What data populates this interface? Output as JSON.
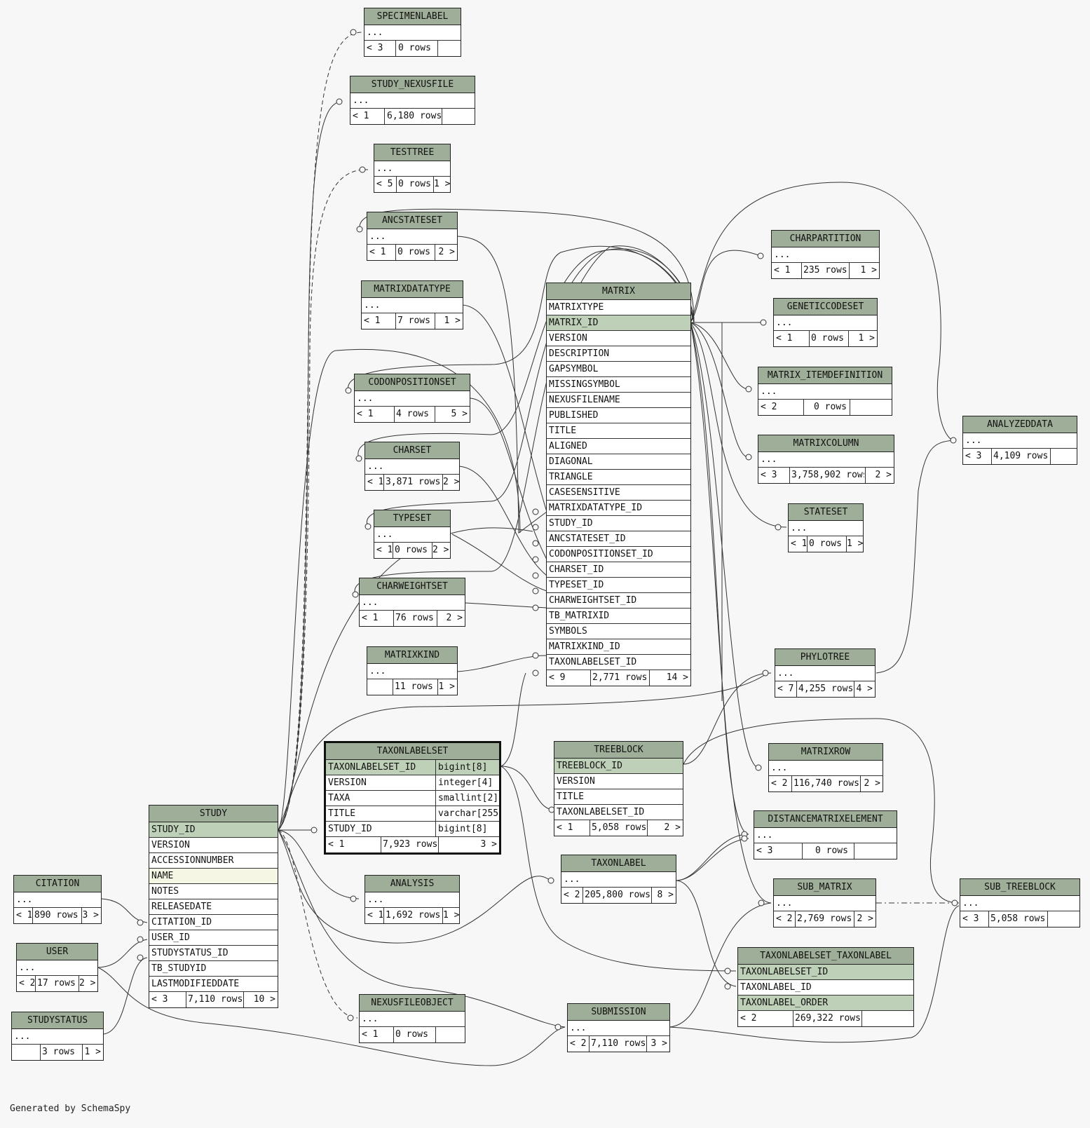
{
  "footer": "Generated by SchemaSpy",
  "tables": {
    "specimenlabel": {
      "name": "SPECIMENLABEL",
      "rows": [
        "..."
      ],
      "foot": [
        "< 3",
        "0 rows",
        ""
      ]
    },
    "study_nexusfile": {
      "name": "STUDY_NEXUSFILE",
      "rows": [
        "..."
      ],
      "foot": [
        "< 1",
        "6,180 rows",
        ""
      ]
    },
    "testtree": {
      "name": "TESTTREE",
      "rows": [
        "..."
      ],
      "foot": [
        "< 5",
        "0 rows",
        "1 >"
      ]
    },
    "ancstateset": {
      "name": "ANCSTATESET",
      "rows": [
        "..."
      ],
      "foot": [
        "< 1",
        "0 rows",
        "2 >"
      ]
    },
    "matrixdatatype": {
      "name": "MATRIXDATATYPE",
      "rows": [
        "..."
      ],
      "foot": [
        "< 1",
        "7 rows",
        "1 >"
      ]
    },
    "codonpositionset": {
      "name": "CODONPOSITIONSET",
      "rows": [
        "..."
      ],
      "foot": [
        "< 1",
        "4 rows",
        "5 >"
      ]
    },
    "charset": {
      "name": "CHARSET",
      "rows": [
        "..."
      ],
      "foot": [
        "< 1",
        "3,871 rows",
        "2 >"
      ]
    },
    "typeset": {
      "name": "TYPESET",
      "rows": [
        "..."
      ],
      "foot": [
        "< 1",
        "0 rows",
        "2 >"
      ]
    },
    "charweightset": {
      "name": "CHARWEIGHTSET",
      "rows": [
        "..."
      ],
      "foot": [
        "< 1",
        "76 rows",
        "2 >"
      ]
    },
    "matrixkind": {
      "name": "MATRIXKIND",
      "rows": [
        "..."
      ],
      "foot": [
        "",
        "11 rows",
        "1 >"
      ]
    },
    "matrix": {
      "name": "MATRIX",
      "rows": [
        "MATRIXTYPE",
        "MATRIX_ID",
        "VERSION",
        "DESCRIPTION",
        "GAPSYMBOL",
        "MISSINGSYMBOL",
        "NEXUSFILENAME",
        "PUBLISHED",
        "TITLE",
        "ALIGNED",
        "DIAGONAL",
        "TRIANGLE",
        "CASESENSITIVE",
        "MATRIXDATATYPE_ID",
        "STUDY_ID",
        "ANCSTATESET_ID",
        "CODONPOSITIONSET_ID",
        "CHARSET_ID",
        "TYPESET_ID",
        "CHARWEIGHTSET_ID",
        "TB_MATRIXID",
        "SYMBOLS",
        "MATRIXKIND_ID",
        "TAXONLABELSET_ID"
      ],
      "foot": [
        "< 9",
        "2,771 rows",
        "14 >"
      ]
    },
    "charpartition": {
      "name": "CHARPARTITION",
      "rows": [
        "..."
      ],
      "foot": [
        "< 1",
        "235 rows",
        "1 >"
      ]
    },
    "geneticcodeset": {
      "name": "GENETICCODESET",
      "rows": [
        "..."
      ],
      "foot": [
        "< 1",
        "0 rows",
        "1 >"
      ]
    },
    "matrix_itemdefinition": {
      "name": "MATRIX_ITEMDEFINITION",
      "rows": [
        "..."
      ],
      "foot": [
        "< 2",
        "0 rows",
        ""
      ]
    },
    "matrixcolumn": {
      "name": "MATRIXCOLUMN",
      "rows": [
        "..."
      ],
      "foot": [
        "< 3",
        "3,758,902 rows",
        "2 >"
      ]
    },
    "analyzeddata": {
      "name": "ANALYZEDDATA",
      "rows": [
        "..."
      ],
      "foot": [
        "< 3",
        "4,109 rows",
        ""
      ]
    },
    "stateset": {
      "name": "STATESET",
      "rows": [
        "..."
      ],
      "foot": [
        "< 1",
        "0 rows",
        "1 >"
      ]
    },
    "phylotree": {
      "name": "PHYLOTREE",
      "rows": [
        "..."
      ],
      "foot": [
        "< 7",
        "4,255 rows",
        "4 >"
      ]
    },
    "taxonlabelset": {
      "name": "TAXONLABELSET",
      "rows": [
        "TAXONLABELSET_ID",
        "VERSION",
        "TAXA",
        "TITLE",
        "STUDY_ID"
      ],
      "types": [
        "bigint[8]",
        "integer[4]",
        "smallint[2]",
        "varchar[255]",
        "bigint[8]"
      ],
      "foot": [
        "< 1",
        "7,923 rows",
        "3 >"
      ]
    },
    "treeblock": {
      "name": "TREEBLOCK",
      "rows": [
        "TREEBLOCK_ID",
        "VERSION",
        "TITLE",
        "TAXONLABELSET_ID"
      ],
      "foot": [
        "< 1",
        "5,058 rows",
        "2 >"
      ]
    },
    "matrixrow": {
      "name": "MATRIXROW",
      "rows": [
        "..."
      ],
      "foot": [
        "< 2",
        "116,740 rows",
        "2 >"
      ]
    },
    "distancematrixelement": {
      "name": "DISTANCEMATRIXELEMENT",
      "rows": [
        "..."
      ],
      "foot": [
        "< 3",
        "0 rows",
        ""
      ]
    },
    "study": {
      "name": "STUDY",
      "rows": [
        "STUDY_ID",
        "VERSION",
        "ACCESSIONNUMBER",
        "NAME",
        "NOTES",
        "RELEASEDATE",
        "CITATION_ID",
        "USER_ID",
        "STUDYSTATUS_ID",
        "TB_STUDYID",
        "LASTMODIFIEDDATE"
      ],
      "foot": [
        "< 3",
        "7,110 rows",
        "10 >"
      ]
    },
    "citation": {
      "name": "CITATION",
      "rows": [
        "..."
      ],
      "foot": [
        "< 1",
        "890 rows",
        "3 >"
      ]
    },
    "user": {
      "name": "USER",
      "rows": [
        "..."
      ],
      "foot": [
        "< 2",
        "17 rows",
        "2 >"
      ]
    },
    "studystatus": {
      "name": "STUDYSTATUS",
      "rows": [
        "..."
      ],
      "foot": [
        "",
        "3 rows",
        "1 >"
      ]
    },
    "analysis": {
      "name": "ANALYSIS",
      "rows": [
        "..."
      ],
      "foot": [
        "< 1",
        "1,692 rows",
        "1 >"
      ]
    },
    "taxonlabel": {
      "name": "TAXONLABEL",
      "rows": [
        "..."
      ],
      "foot": [
        "< 2",
        "205,800 rows",
        "8 >"
      ]
    },
    "sub_matrix": {
      "name": "SUB_MATRIX",
      "rows": [
        "..."
      ],
      "foot": [
        "< 2",
        "2,769 rows",
        "2 >"
      ]
    },
    "sub_treeblock": {
      "name": "SUB_TREEBLOCK",
      "rows": [
        "..."
      ],
      "foot": [
        "< 3",
        "5,058 rows",
        ""
      ]
    },
    "taxonlabelset_taxonlabel": {
      "name": "TAXONLABELSET_TAXONLABEL",
      "rows": [
        "TAXONLABELSET_ID",
        "TAXONLABEL_ID",
        "TAXONLABEL_ORDER"
      ],
      "foot": [
        "< 2",
        "269,322 rows",
        ""
      ]
    },
    "nexusfileobject": {
      "name": "NEXUSFILEOBJECT",
      "rows": [
        "..."
      ],
      "foot": [
        "< 1",
        "0 rows",
        ""
      ]
    },
    "submission": {
      "name": "SUBMISSION",
      "rows": [
        "..."
      ],
      "foot": [
        "< 2",
        "7,110 rows",
        "3 >"
      ]
    }
  }
}
